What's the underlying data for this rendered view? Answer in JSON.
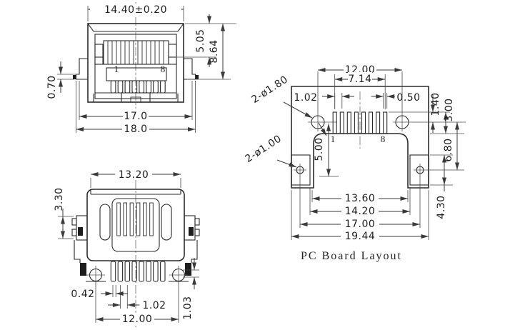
{
  "front_view": {
    "label_width": "14.40±0.20",
    "label_depth_top": "5.05",
    "label_height": "8.64",
    "label_step": "0.70",
    "label_flange_width": "17.0",
    "label_overall_width": "18.0",
    "pin_first": "1",
    "pin_last": "8"
  },
  "top_view": {
    "label_body_width": "13.20",
    "label_latch_height": "3.30",
    "label_tooth_gap": "0.42",
    "label_tooth_pitch": "1.02",
    "label_post_span": "12.00",
    "label_tooth_size": "1.03"
  },
  "pcb_view": {
    "title": "PC Board Layout",
    "label_hole_span": "12.00",
    "label_pad_span": "7.14",
    "label_pad_pitch": "1.02",
    "label_pad_width": "0.50",
    "label_pad_offset": "1.40",
    "label_pad_length": "3.00",
    "label_hole_drop": "6.80",
    "label_inner_drop": "5.00",
    "label_leg_height": "4.30",
    "label_cutout_width": "13.60",
    "label_inner_width": "14.20",
    "label_small_hole_span": "17.00",
    "label_board_width": "19.44",
    "label_big_holes": "2-ø1.80",
    "label_small_holes": "2-ø1.00",
    "pin_first": "1",
    "pin_last": "8"
  },
  "colors": {
    "line": "#2b2b2b",
    "background": "#ffffff"
  }
}
